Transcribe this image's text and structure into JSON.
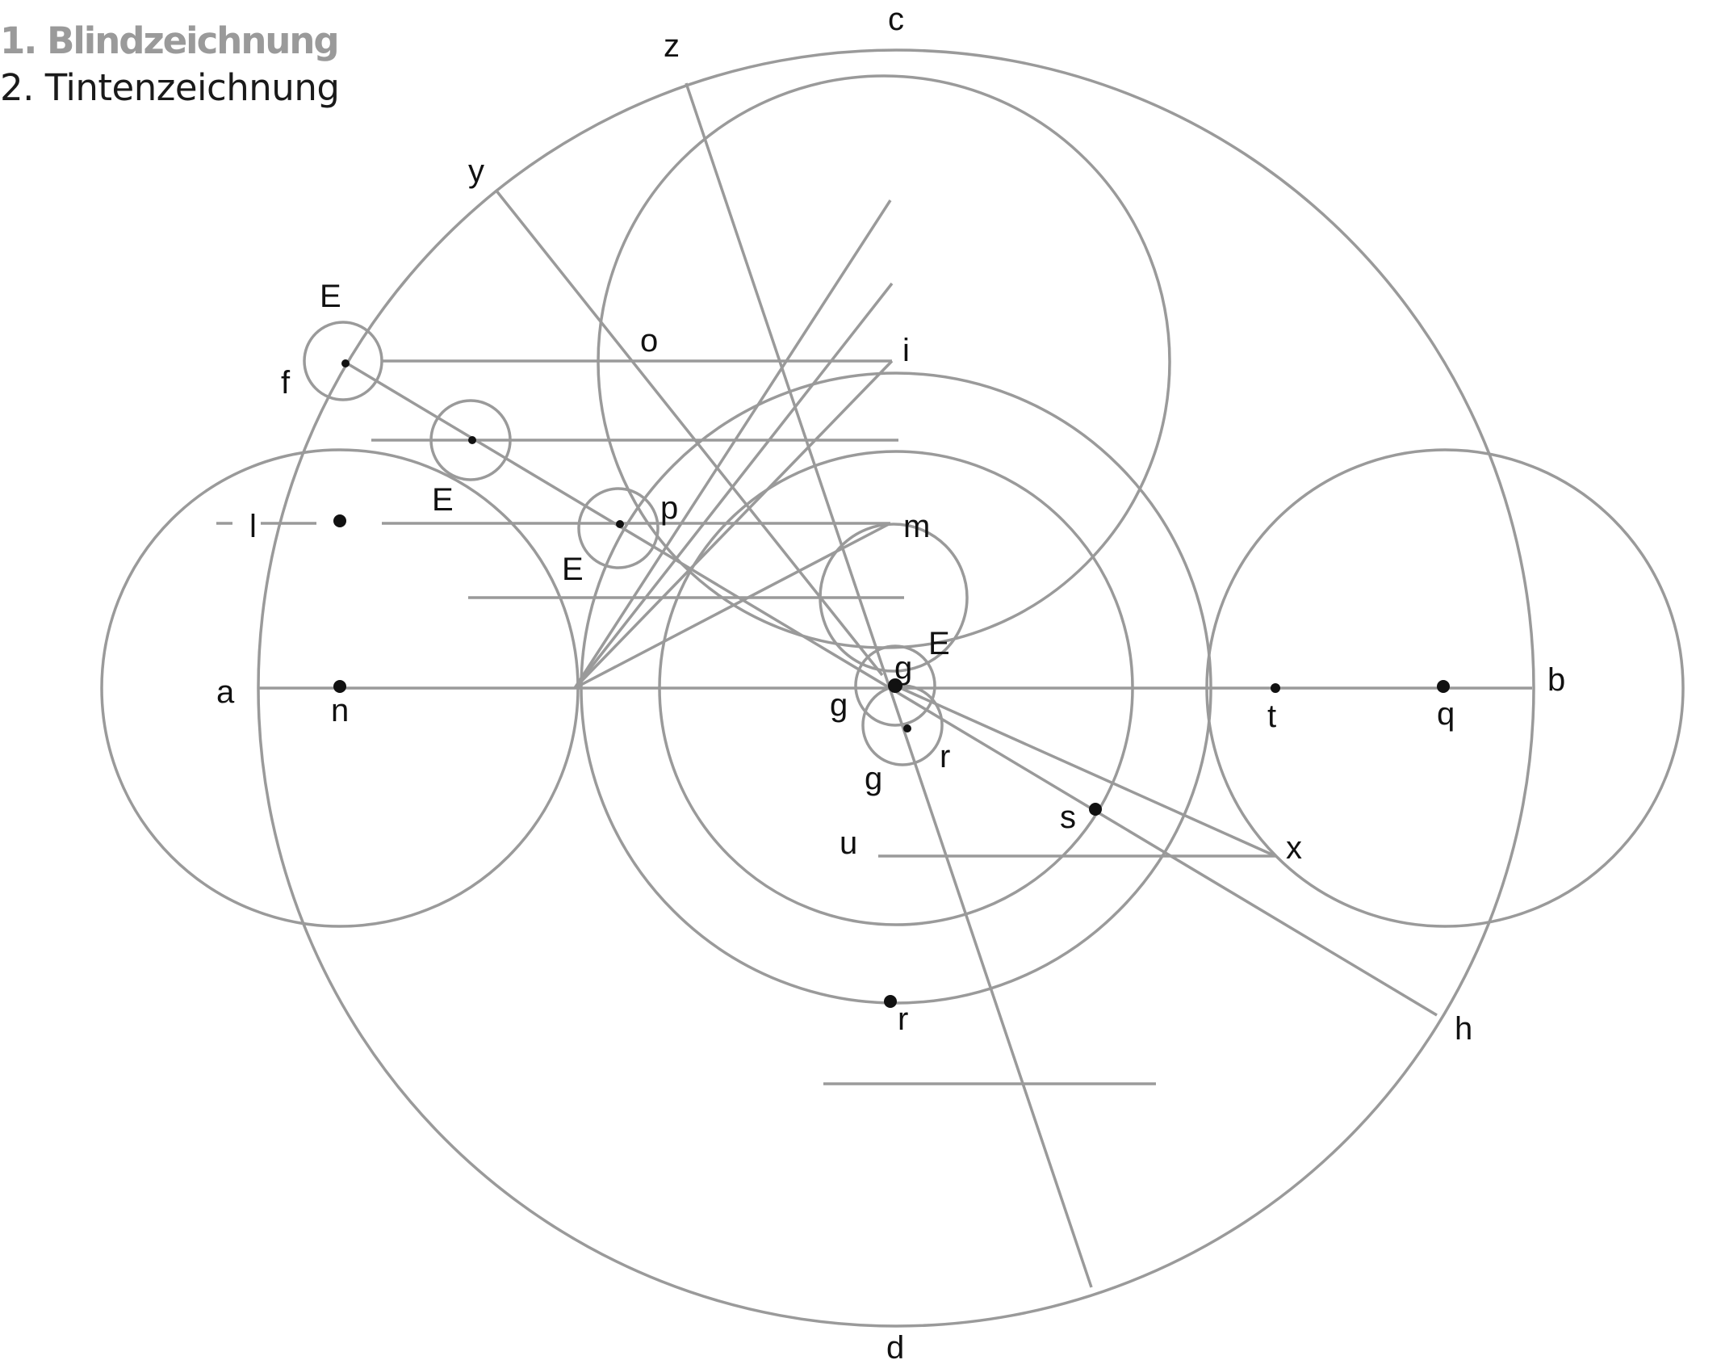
{
  "legend": {
    "step_1": "1. Blindzeichnung",
    "step_2": "2. Tintenzeichnung"
  },
  "colors": {
    "blind_lines": "#9a9a9a",
    "ink": "#111111",
    "background": "#ffffff"
  },
  "labels": {
    "a": "a",
    "b": "b",
    "c": "c",
    "d": "d",
    "z": "z",
    "y": "y",
    "f": "f",
    "o": "o",
    "i": "i",
    "l": "l",
    "n": "n",
    "p": "p",
    "m": "m",
    "g": "g",
    "r": "r",
    "s": "s",
    "u": "u",
    "x": "x",
    "t": "t",
    "q": "q",
    "h": "h",
    "E": "E"
  }
}
